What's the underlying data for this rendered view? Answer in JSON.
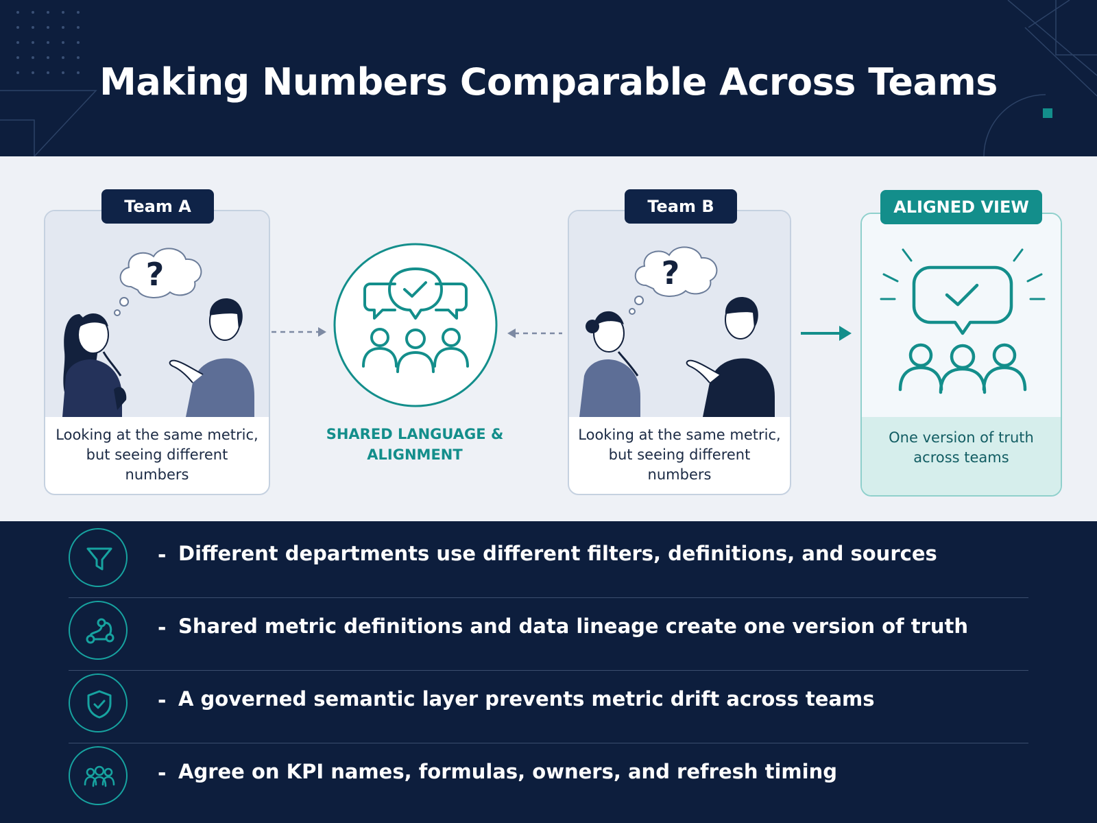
{
  "title": "Making Numbers Comparable Across Teams",
  "team_a": {
    "label": "Team A",
    "caption": "Looking at the same metric, but seeing different numbers"
  },
  "center": {
    "label": "SHARED LANGUAGE & ALIGNMENT",
    "icon": "group-chat-check-icon"
  },
  "team_b": {
    "label": "Team B",
    "caption": "Looking at the same metric, but seeing different numbers"
  },
  "aligned": {
    "label": "ALIGNED VIEW",
    "caption": "One version of truth across teams",
    "icon": "team-check-icon"
  },
  "points": [
    {
      "icon": "filter-icon",
      "text": "Different departments use different filters, definitions, and sources"
    },
    {
      "icon": "lineage-icon",
      "text": "Shared metric definitions and data lineage create one version of truth"
    },
    {
      "icon": "shield-check-icon",
      "text": "A governed semantic layer prevents metric drift across teams"
    },
    {
      "icon": "people-icon",
      "text": "Agree on KPI names, formulas, owners, and refresh timing"
    }
  ],
  "colors": {
    "navy": "#0d1e3d",
    "teal": "#138e8b",
    "band": "#eef1f6"
  }
}
